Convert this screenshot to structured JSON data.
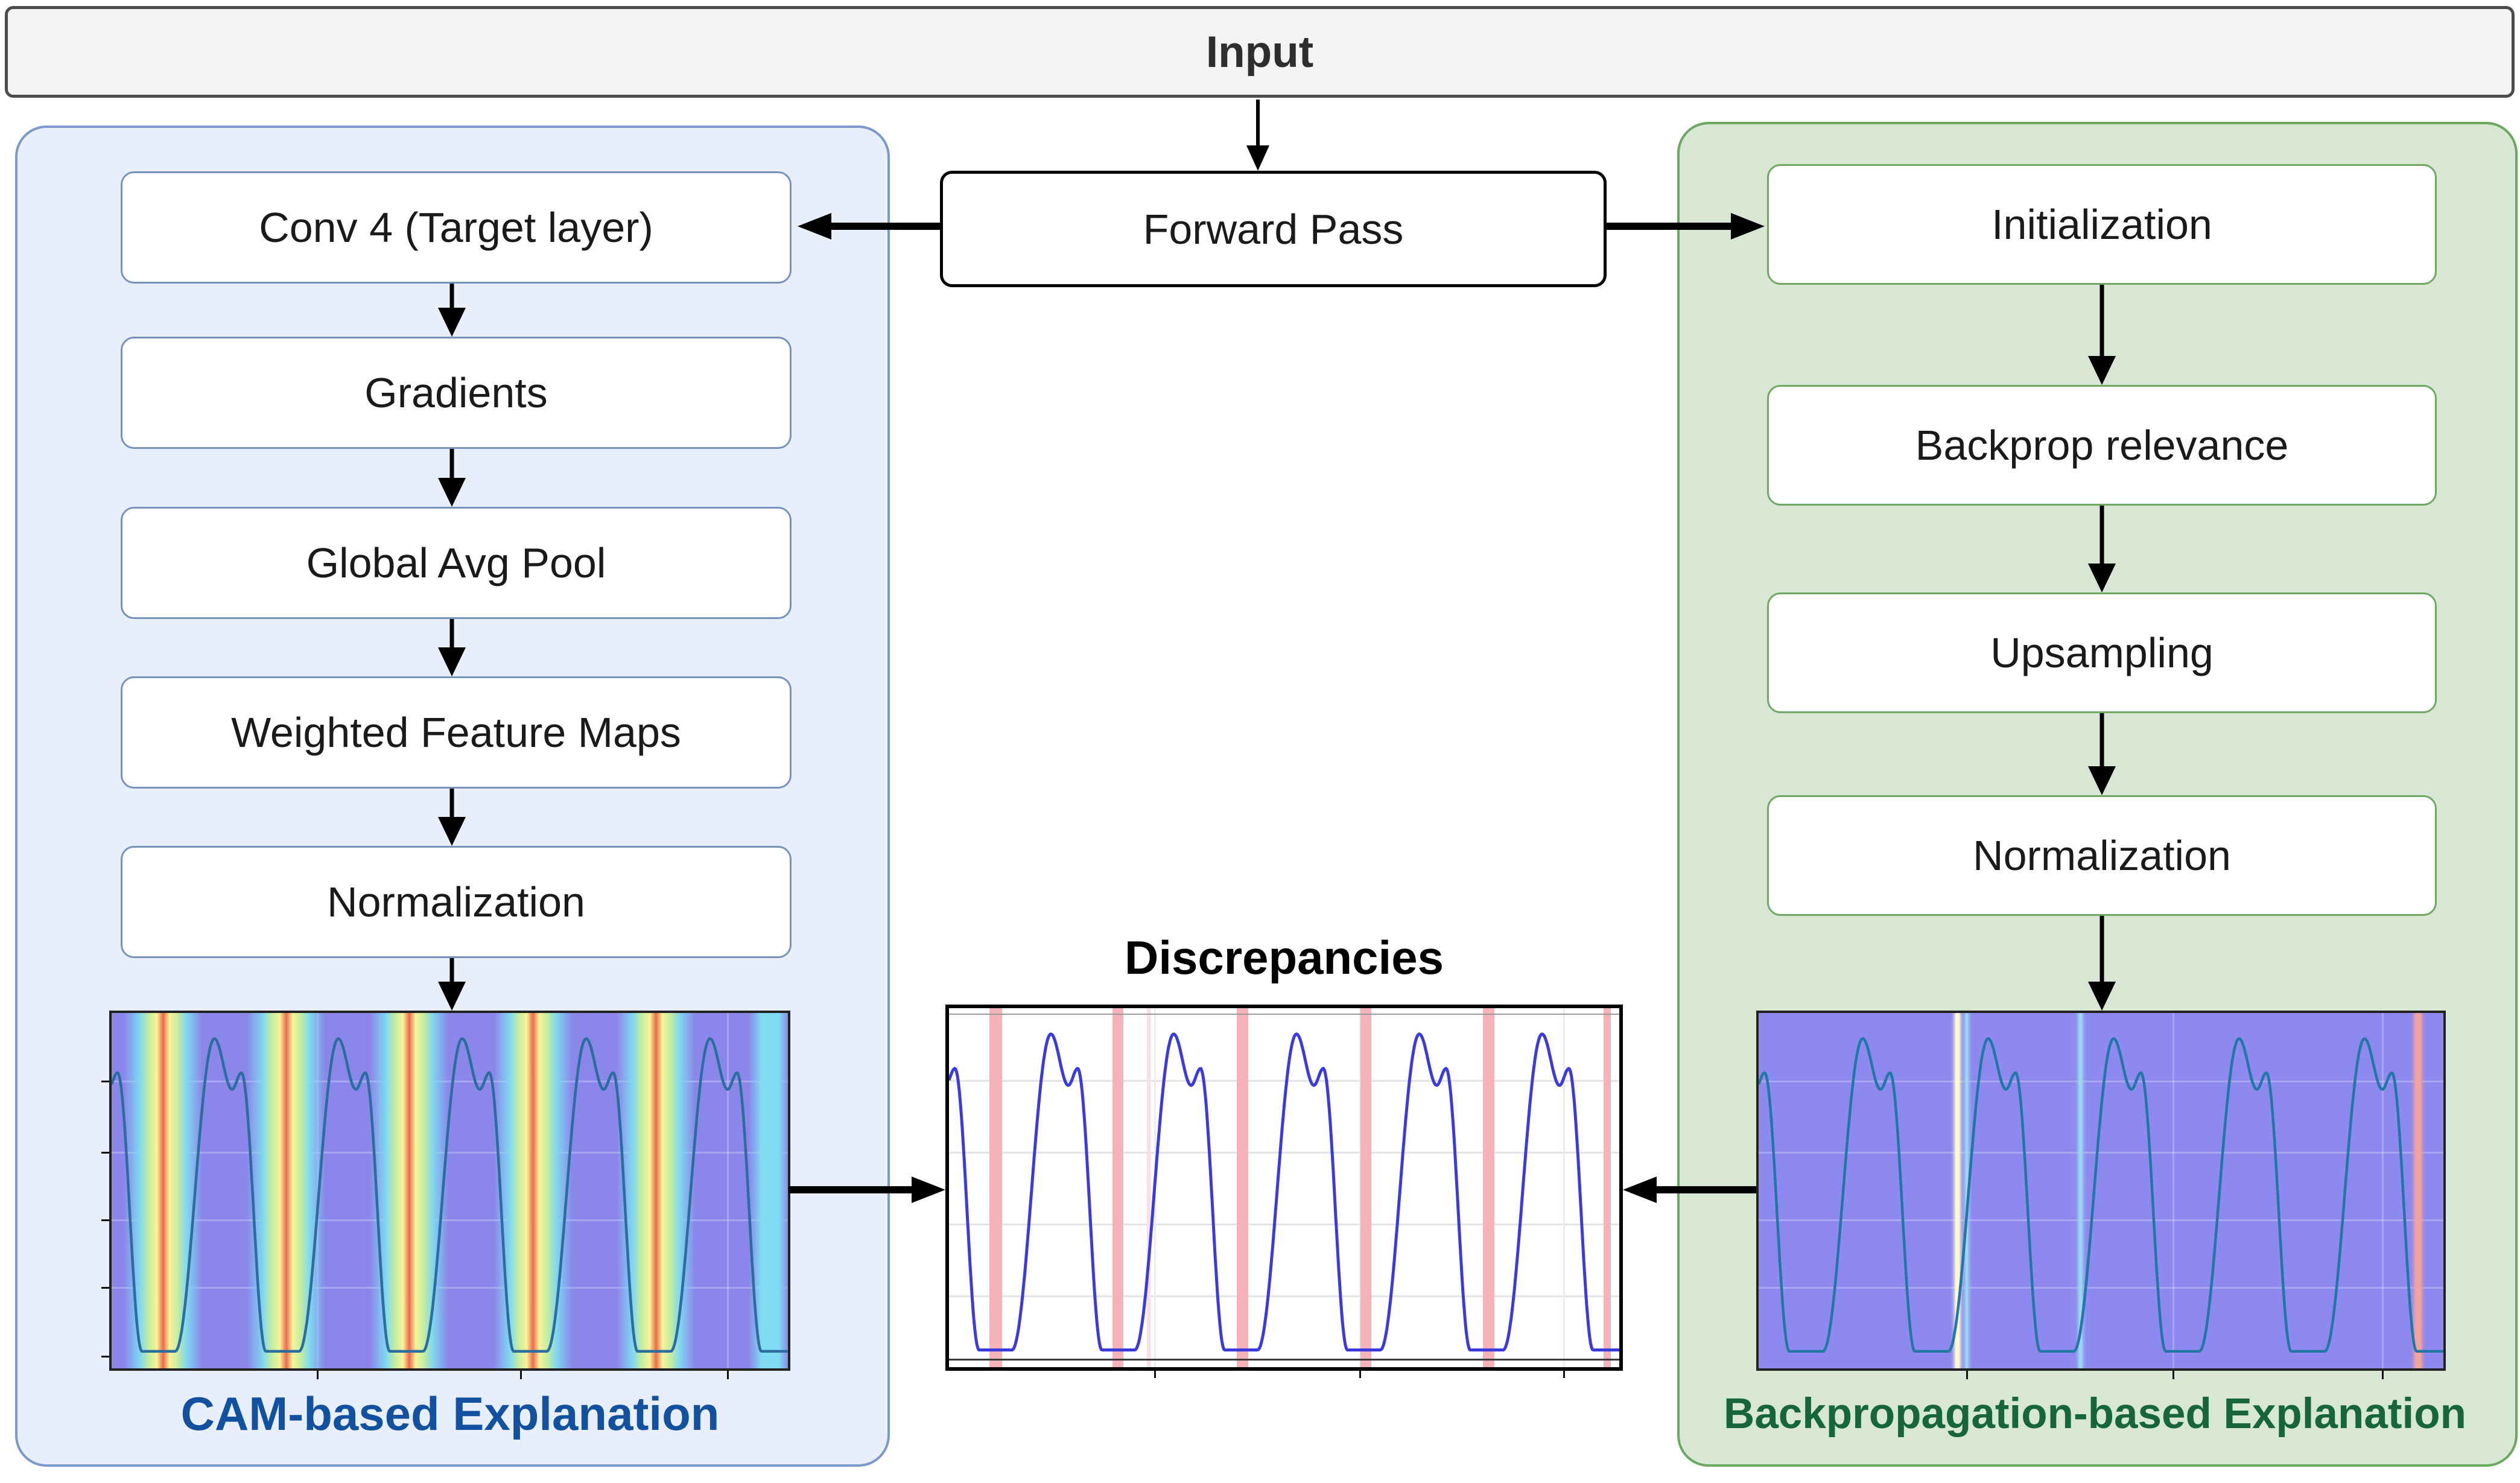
{
  "diagram": {
    "input_label": "Input",
    "forward_pass_label": "Forward Pass",
    "discrepancies_title": "Discrepancies"
  },
  "cam_branch": {
    "title": "CAM-based Explanation",
    "title_color": "#11519f",
    "steps": [
      {
        "label": "Conv 4 (Target layer)"
      },
      {
        "label": "Gradients"
      },
      {
        "label": "Global Avg Pool"
      },
      {
        "label": "Weighted Feature Maps"
      },
      {
        "label": "Normalization"
      }
    ]
  },
  "backprop_branch": {
    "title": "Backpropagation-based Explanation",
    "title_color": "#17653c",
    "steps": [
      {
        "label": "Initialization"
      },
      {
        "label": "Backprop relevance"
      },
      {
        "label": "Upsampling"
      },
      {
        "label": "Normalization"
      }
    ]
  },
  "colors": {
    "panel_left_bg": "#e9effa",
    "panel_left_border": "#7b9ac9",
    "panel_right_bg": "#d7e7d3",
    "panel_right_border": "#6aa85f",
    "arrow": "#000000",
    "input_box_bg": "#f3f3f3"
  },
  "waveform": {
    "description": "periodic double-peaked pulse train shared by all three plots, y=0 top / y=1 bottom",
    "period": 0.1832,
    "first_peak_x": 0.152,
    "baseline": 0.952,
    "main_peak": 0.072,
    "dip": 0.215,
    "second_peak": 0.168,
    "rise_width": 0.058,
    "dip_offset": 0.026,
    "second_peak_offset": 0.04,
    "fall_end_offset": 0.076,
    "samples": 700
  },
  "chart_data": [
    {
      "id": "cam_heatmap",
      "type": "heatmap",
      "role": "CAM-based saliency heatmap over the input signal",
      "background_color": "#8b87ea",
      "signal_color": "#2b6d9e",
      "importance_bands": {
        "centers": [
          0.076,
          0.258,
          0.44,
          0.623,
          0.805
        ],
        "width": 0.115,
        "gradient_stops": [
          "rgba(139,135,234,0)",
          "#7fd8f0",
          "#c9ee9e",
          "#f7f29a",
          "#ef6a4d",
          "#f7f29a",
          "#c9ee9e",
          "#7fd8f0",
          "rgba(139,135,234,0)"
        ]
      },
      "secondary_band": {
        "center": 0.972,
        "width": 0.058,
        "color": "#7fdcf2"
      },
      "grid_x": [
        0.303,
        0.604,
        0.91
      ],
      "grid_y": [
        0.19,
        0.39,
        0.58,
        0.77
      ],
      "axis_ticks_x": [
        0.303,
        0.604,
        0.91
      ],
      "axis_ticks_y": [
        0.19,
        0.39,
        0.58,
        0.77,
        0.965
      ]
    },
    {
      "id": "discrepancies",
      "type": "line",
      "title": "Discrepancies",
      "background_color": "#ffffff",
      "line_color": "#3a3add",
      "discrepancy_bands": {
        "color": "#f5b2b9",
        "faint_color": "#fbdfe2",
        "positions": [
          {
            "center": 0.07,
            "width": 0.019
          },
          {
            "center": 0.252,
            "width": 0.017
          },
          {
            "center": 0.298,
            "width": 0.005,
            "faint": true
          },
          {
            "center": 0.438,
            "width": 0.017
          },
          {
            "center": 0.622,
            "width": 0.017
          },
          {
            "center": 0.805,
            "width": 0.017
          },
          {
            "center": 0.982,
            "width": 0.011
          }
        ]
      },
      "grid_x": [
        0.306,
        0.612,
        0.916
      ],
      "grid_y": [
        0.2,
        0.4,
        0.6,
        0.8
      ],
      "axis_ticks_x": [
        0.306,
        0.612,
        0.916
      ]
    },
    {
      "id": "backprop_heatmap",
      "type": "heatmap",
      "role": "Backpropagation relevance heatmap over the input signal",
      "background_color": "#8d89ef",
      "signal_color": "#2277a5",
      "relevance_lines": [
        {
          "pos": 0.29,
          "width": 0.006,
          "color": "#fdfad2"
        },
        {
          "pos": 0.304,
          "width": 0.004,
          "color": "#9ed6ee"
        },
        {
          "pos": 0.47,
          "width": 0.004,
          "color": "#9ed6ee"
        },
        {
          "pos": 0.963,
          "width": 0.008,
          "color": "#f2a29a"
        }
      ],
      "grid_x": [
        0.303,
        0.604,
        0.91
      ],
      "grid_y": [
        0.19,
        0.39,
        0.58,
        0.77
      ],
      "axis_ticks_x": [
        0.303,
        0.604,
        0.91
      ]
    }
  ]
}
